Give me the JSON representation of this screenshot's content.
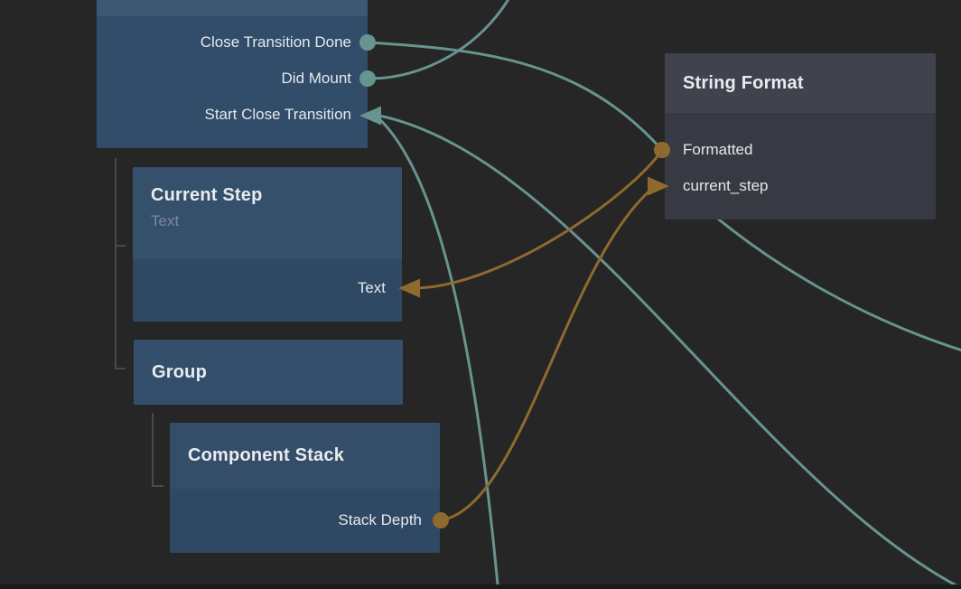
{
  "app": {
    "name": "node-graph-editor-canvas"
  },
  "colors": {
    "background": "#262626",
    "bottom_bar": "#1B1B1B",
    "signal_connection": "#67948F",
    "data_connection": "#8F6A2D",
    "hierarchy_line": "#4A4A4A",
    "visual_node_header": "#3C5873",
    "visual_node_body": "#314D6A",
    "generic_node_header": "#40434D",
    "generic_node_body": "#373A43",
    "title_text": "#E9ECEF",
    "subtitle_text": "#7D8799",
    "port_text": "#E4E9ED"
  },
  "nodes": {
    "visual_states": {
      "ports": [
        {
          "label": "Close Transition Done",
          "marker": "circle",
          "type": "signal"
        },
        {
          "label": "Did Mount",
          "marker": "circle",
          "type": "signal"
        },
        {
          "label": "Start Close Transition",
          "marker": "arrow",
          "type": "signal"
        }
      ]
    },
    "current_step": {
      "title": "Current Step",
      "subtitle": "Text",
      "ports": [
        {
          "label": "Text",
          "marker": "arrow",
          "type": "data"
        }
      ]
    },
    "group": {
      "title": "Group"
    },
    "component_stack": {
      "title": "Component Stack",
      "ports": [
        {
          "label": "Stack Depth",
          "marker": "circle",
          "type": "data"
        }
      ]
    },
    "string_format": {
      "title": "String Format",
      "ports": [
        {
          "label": "Formatted",
          "marker": "circle",
          "type": "data"
        },
        {
          "label": "current_step",
          "marker": "arrow",
          "type": "data"
        }
      ]
    }
  },
  "connections": [
    {
      "type": "signal",
      "from": "Close Transition Done",
      "to": "String Format left edge (Formatted row)"
    },
    {
      "type": "signal",
      "from": "Did Mount",
      "to": "offscreen top edge"
    },
    {
      "type": "signal",
      "from": "offscreen bottom-right corner",
      "to": "Start Close Transition"
    },
    {
      "type": "signal",
      "from": "offscreen bottom edge",
      "to": "Start Close Transition"
    },
    {
      "type": "signal",
      "from": "behind String Format node",
      "to": "offscreen right edge"
    },
    {
      "type": "data",
      "from": "Formatted",
      "to": "Current Step Text"
    },
    {
      "type": "data",
      "from": "Stack Depth",
      "to": "String Format current_step"
    }
  ],
  "hierarchy": [
    {
      "parent": "visual_states",
      "children": [
        "current_step",
        "group"
      ]
    },
    {
      "parent": "group",
      "children": [
        "component_stack"
      ]
    }
  ]
}
